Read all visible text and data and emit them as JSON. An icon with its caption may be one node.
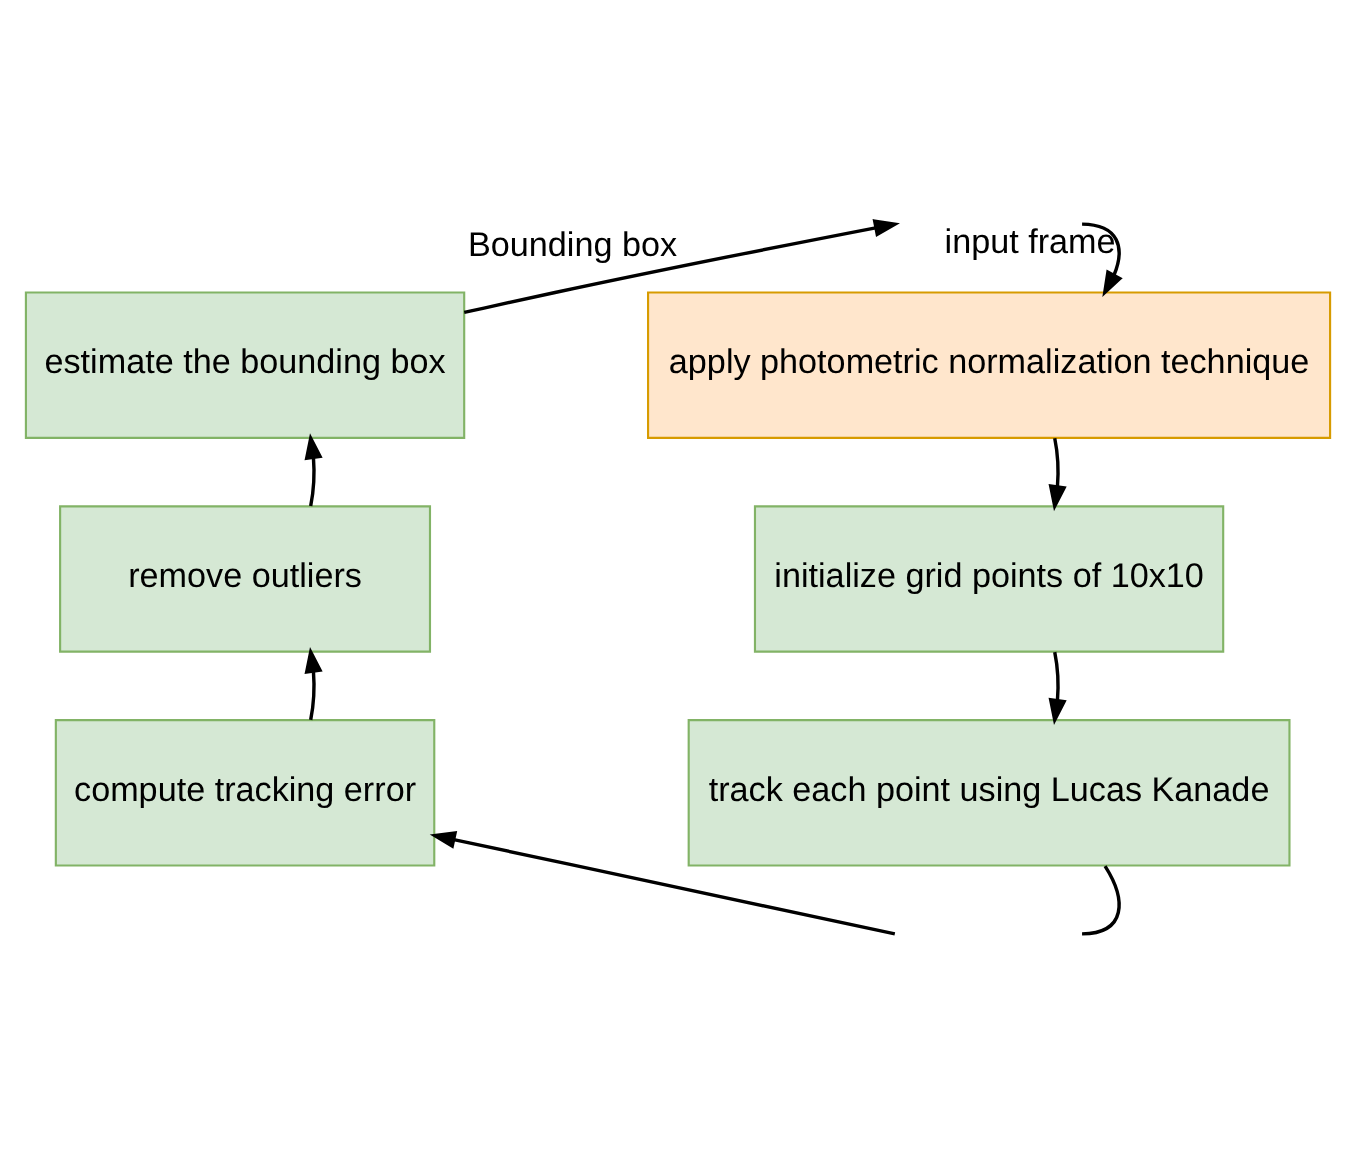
{
  "diagram": {
    "nodes": [
      {
        "text": [
          "apply photometric normalization technique"
        ]
      },
      {
        "text": [
          "initialize grid points of 10x10"
        ]
      },
      {
        "text": [
          "track each point using Lucas Kanade"
        ]
      },
      {
        "text": [
          "compute tracking error"
        ]
      },
      {
        "text": [
          "remove outliers"
        ]
      },
      {
        "text": [
          "estimate the bounding box"
        ]
      }
    ],
    "edges": [
      {
        "from": null,
        "to": 0,
        "arrow": "to",
        "label": "input frame"
      },
      {
        "from": 0,
        "to": 1,
        "arrow": "to"
      },
      {
        "from": 1,
        "to": 2,
        "arrow": "to"
      },
      {
        "from": 2,
        "to": null,
        "arrow": "none"
      },
      {
        "from": null,
        "to": 3,
        "arrow": "to"
      },
      {
        "from": 3,
        "to": 4,
        "arrow": "to"
      },
      {
        "from": 4,
        "to": 5,
        "arrow": "to"
      },
      {
        "from": 5,
        "to": null,
        "arrow": "to",
        "label": "Bounding box"
      }
    ]
  }
}
